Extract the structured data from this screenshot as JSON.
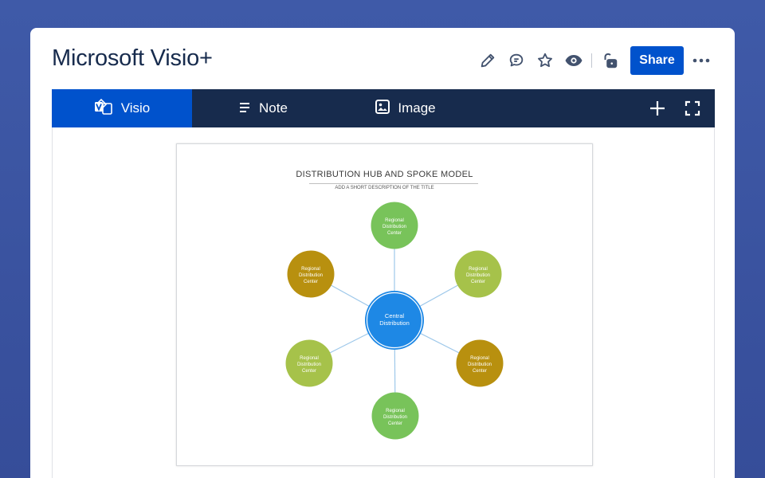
{
  "app": {
    "title": "Microsoft Visio+"
  },
  "header": {
    "actions": [
      "edit-icon",
      "comment-icon",
      "star-icon",
      "watch-icon",
      "unlock-icon"
    ],
    "share_label": "Share",
    "more_icon": "more-icon"
  },
  "toolbar": {
    "tabs": [
      {
        "label": "Visio",
        "icon": "visio-icon",
        "active": true
      },
      {
        "label": "Note",
        "icon": "note-icon",
        "active": false
      },
      {
        "label": "Image",
        "icon": "image-icon",
        "active": false
      }
    ],
    "right_icons": [
      "add-icon",
      "fullscreen-icon"
    ]
  },
  "colors": {
    "brand": "#0052cc",
    "toolbar_bg": "#172b4d",
    "hub": "#1e88e5",
    "green": "#78c35a",
    "olive_green": "#a6c24a",
    "gold": "#b8900f",
    "spoke_line": "#9ec8ea"
  },
  "diagram": {
    "title": "DISTRIBUTION HUB AND SPOKE MODEL",
    "subtitle": "ADD A SHORT DESCRIPTION OF THE TITLE",
    "hub": {
      "lines": [
        "Central",
        "Distribution"
      ]
    },
    "spokes": [
      {
        "lines": [
          "Regional",
          "Distribution",
          "Center"
        ],
        "color": "#78c35a"
      },
      {
        "lines": [
          "Regional",
          "Distribution",
          "Center"
        ],
        "color": "#a6c24a"
      },
      {
        "lines": [
          "Regional",
          "Distribution",
          "Center"
        ],
        "color": "#b8900f"
      },
      {
        "lines": [
          "Regional",
          "Distribution",
          "Center"
        ],
        "color": "#78c35a"
      },
      {
        "lines": [
          "Regional",
          "Distribution",
          "Center"
        ],
        "color": "#a6c24a"
      },
      {
        "lines": [
          "Regional",
          "Distribution",
          "Center"
        ],
        "color": "#b8900f"
      }
    ]
  }
}
